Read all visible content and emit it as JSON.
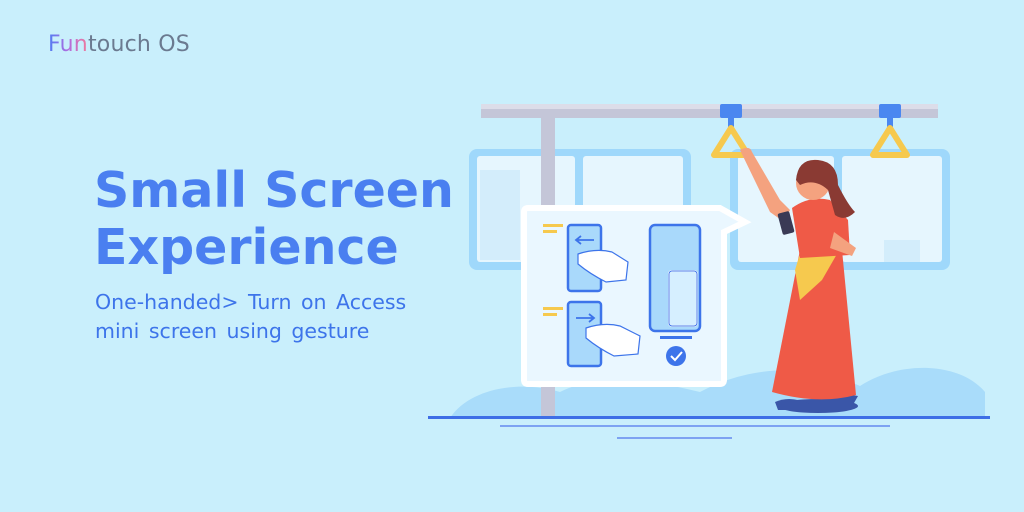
{
  "brand": {
    "name_part1": "Fun",
    "name_part2": "touch OS"
  },
  "headline": {
    "line1": "Small Screen",
    "line2": "Experience"
  },
  "description": {
    "line1": "One-handed> Turn on Access",
    "line2": "mini screen using gesture"
  },
  "colors": {
    "background": "#c9effc",
    "headline": "#4a7ff0",
    "accent_blue": "#3d74ea",
    "dress_red": "#ef5a47",
    "sash_yellow": "#f6c94e"
  },
  "icons": [
    "arrow-left-icon",
    "arrow-right-icon",
    "checkmark-icon",
    "hand-gesture-icon"
  ]
}
